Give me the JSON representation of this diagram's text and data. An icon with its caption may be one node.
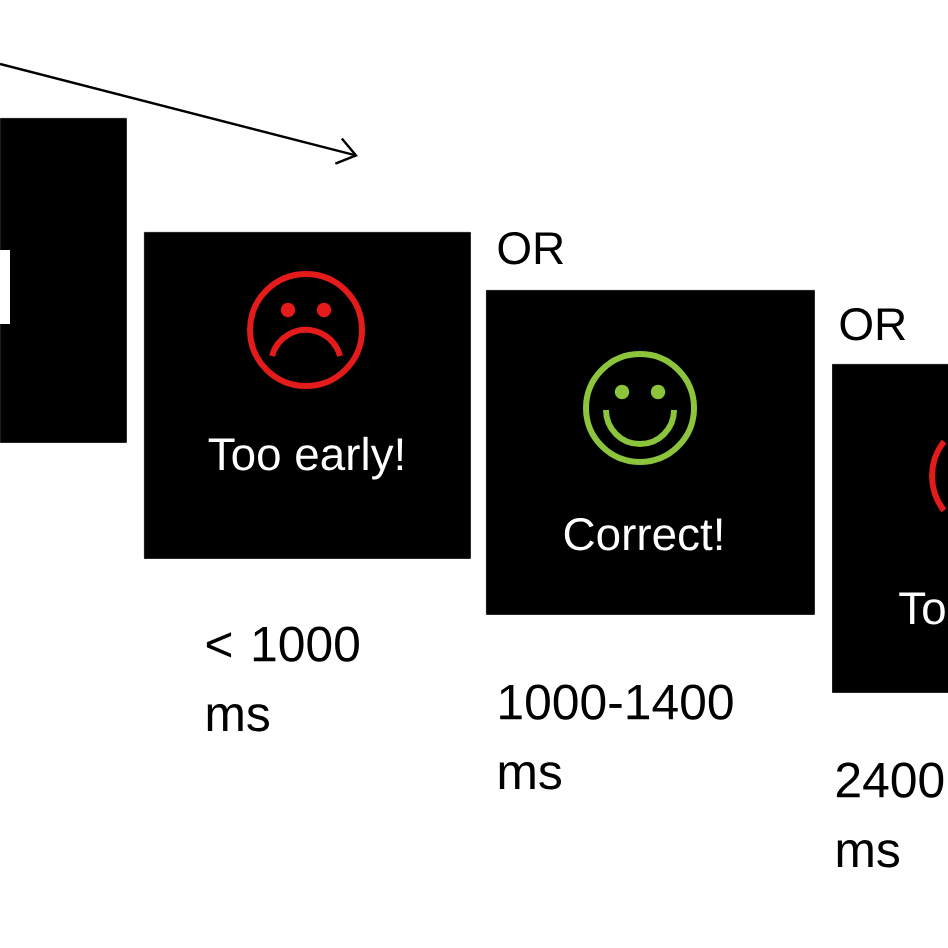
{
  "diagram": {
    "nodes": [
      {
        "text": [],
        "shape": "box"
      },
      {
        "text": [
          "Too early!"
        ],
        "beside": [
          "< 1000 ms"
        ]
      },
      {
        "text": [
          "Correct!"
        ],
        "beside": [
          "1000-1400 ms"
        ]
      },
      {
        "text": [
          "To"
        ],
        "beside": [
          "2400 ms"
        ]
      }
    ],
    "labels": [
      "OR",
      "OR"
    ]
  }
}
